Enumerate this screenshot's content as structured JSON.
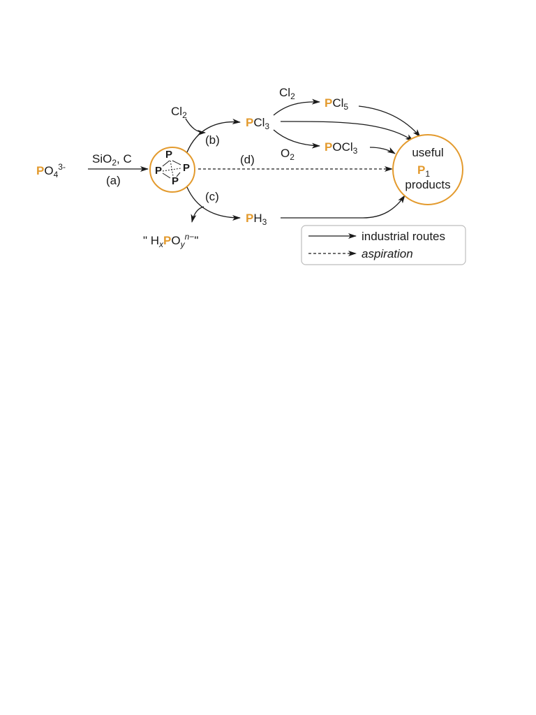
{
  "colors": {
    "phosphorus": "#e39a2d",
    "ink": "#1a1a1a",
    "legend_border": "#bdbdbd"
  },
  "nodes": {
    "phosphate": {
      "p": "P",
      "rest": "O",
      "sub": "4",
      "sup": "3-"
    },
    "p4": {
      "atom": "P"
    },
    "pcl3": {
      "p": "P",
      "rest": "Cl",
      "sub": "3"
    },
    "pcl5": {
      "p": "P",
      "rest": "Cl",
      "sub": "5"
    },
    "pocl3": {
      "p": "P",
      "rest": "OCl",
      "sub": "3"
    },
    "ph3": {
      "p": "P",
      "rest": "H",
      "sub": "3"
    },
    "byproduct": {
      "open": "\" H",
      "x": "x",
      "p": "P",
      "o": "O",
      "y": "y",
      "n": "n−",
      "close": "\""
    },
    "products": {
      "line1": "useful",
      "p": "P",
      "sub": "1",
      "line3": "products"
    }
  },
  "reagents": {
    "a": {
      "si": "SiO",
      "sub": "2",
      "rest": ", C"
    },
    "cl2_b": {
      "text": "Cl",
      "sub": "2"
    },
    "cl2_top": {
      "text": "Cl",
      "sub": "2"
    },
    "o2": {
      "text": "O",
      "sub": "2"
    }
  },
  "steps": {
    "a": "(a)",
    "b": "(b)",
    "c": "(c)",
    "d": "(d)"
  },
  "legend": {
    "solid_label": "industrial routes",
    "dashed_label": "aspiration"
  }
}
